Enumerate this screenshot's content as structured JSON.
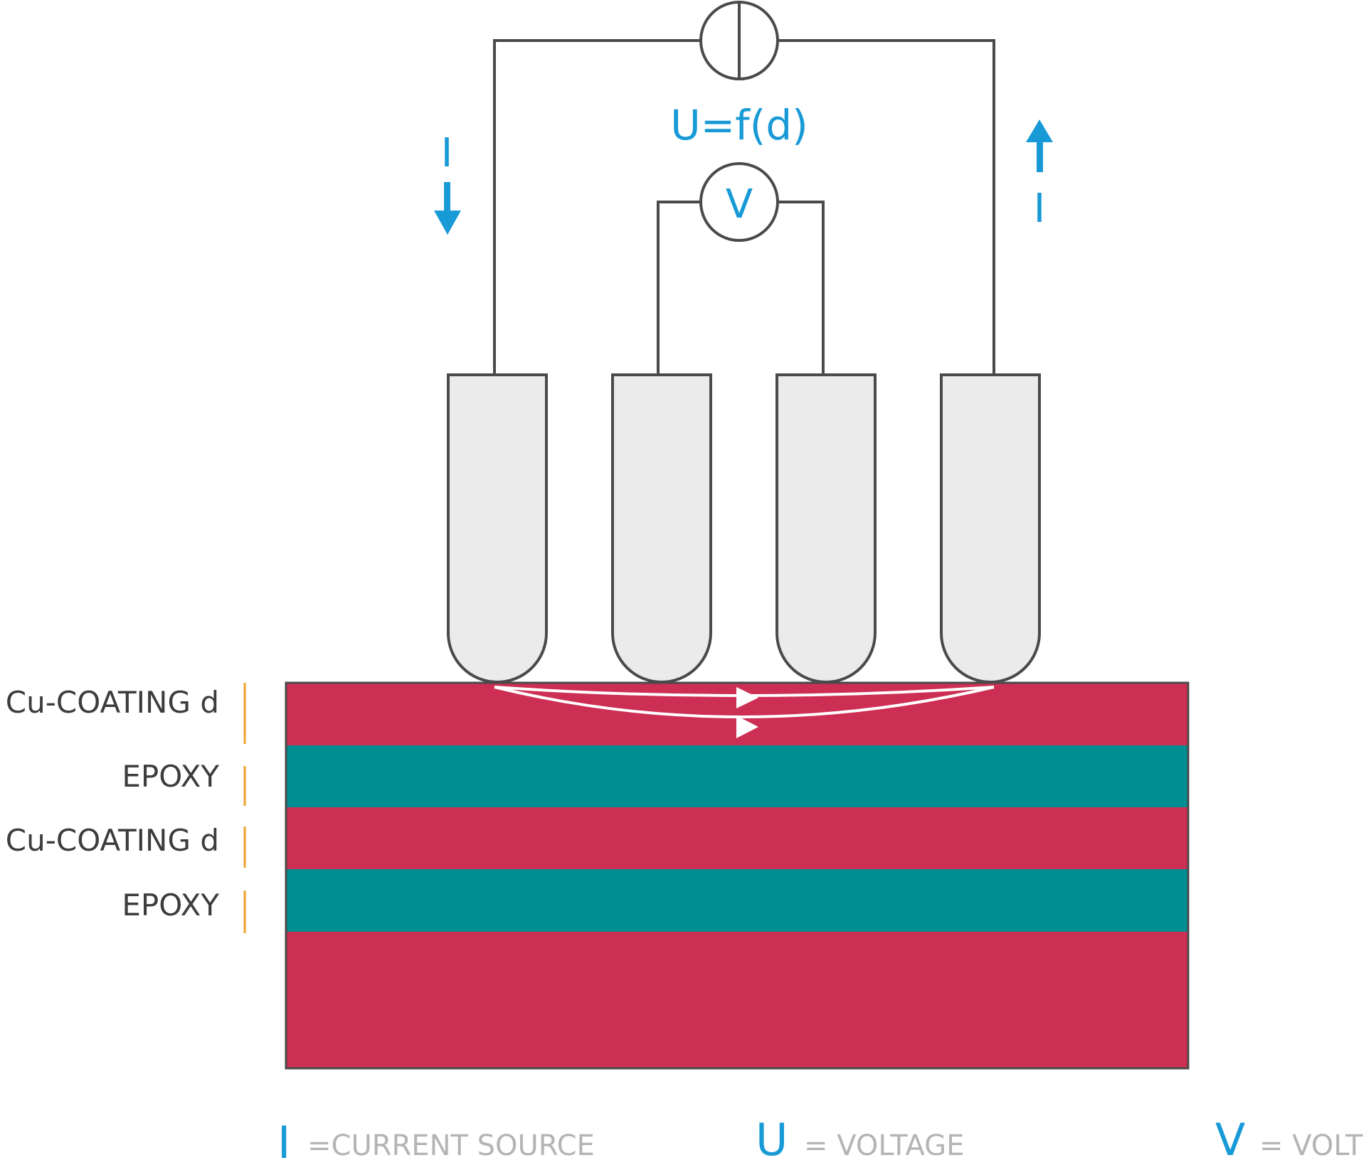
{
  "diagram": {
    "formula": "U=f(d)",
    "voltmeter_symbol": "V",
    "current_left_label": "I",
    "current_right_label": "I",
    "layers": [
      {
        "label": "Cu-COATING d",
        "material": "copper"
      },
      {
        "label": "EPOXY",
        "material": "epoxy"
      },
      {
        "label": "Cu-COATING d",
        "material": "copper"
      },
      {
        "label": "EPOXY",
        "material": "epoxy"
      }
    ],
    "colors": {
      "copper": "#cd2e53",
      "epoxy": "#008e92",
      "probe_fill": "#ebebeb",
      "wire": "#4a4a4a",
      "accent_blue": "#189ad6",
      "label_tick": "#f0a030",
      "legend_text": "#b4b4b4"
    }
  },
  "legend": [
    {
      "symbol": "I",
      "definition": "=CURRENT SOURCE"
    },
    {
      "symbol": "U",
      "definition": "= VOLTAGE"
    },
    {
      "symbol": "V",
      "definition": "= VOLT"
    }
  ]
}
